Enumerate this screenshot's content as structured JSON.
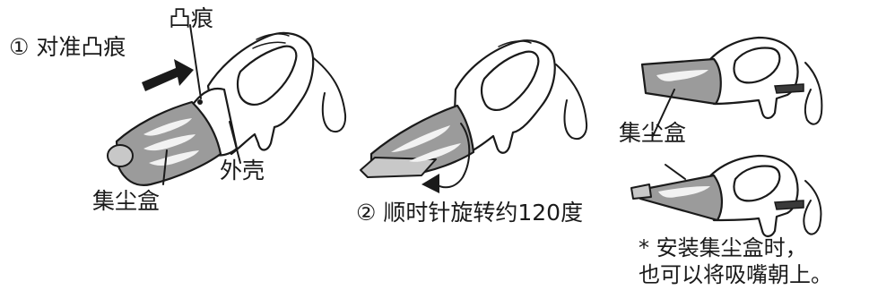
{
  "step1": {
    "label": "① 对准凸痕",
    "callouts": {
      "bump": "凸痕",
      "dust_box": "集尘盒",
      "shell": "外壳"
    }
  },
  "step2": {
    "label": "② 顺时针旋转约120度"
  },
  "step3": {
    "callouts": {
      "dust_box": "集尘盒"
    },
    "note_line1": "* 安装集尘盒时，",
    "note_line2": "也可以将吸嘴朝上。"
  },
  "colors": {
    "box_grey": "#9b9b9b",
    "line": "#1a1a1a",
    "background": "#ffffff"
  }
}
